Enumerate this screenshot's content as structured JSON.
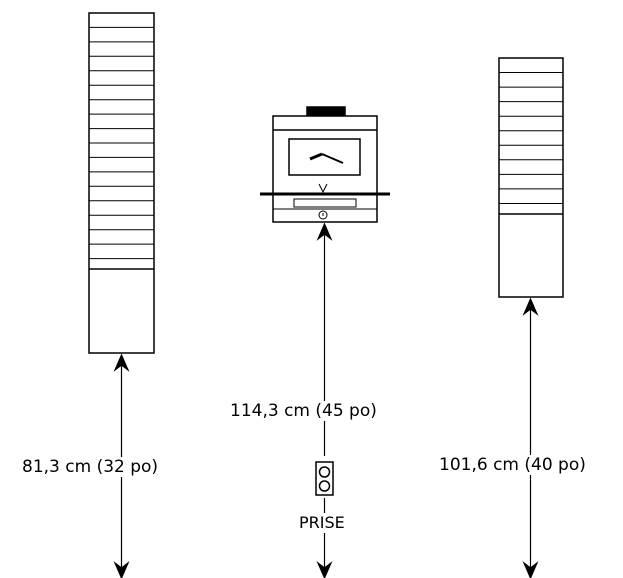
{
  "diagram": {
    "left_rack": {
      "measurement": "81,3 cm (32 po)",
      "card_slots": 18
    },
    "time_clock": {
      "measurement": "114,3 cm (45 po)"
    },
    "right_rack": {
      "measurement": "101,6 cm (40 po)",
      "card_slots": 11
    },
    "outlet": {
      "label": "PRISE"
    },
    "colors": {
      "line": "#000000",
      "background": "#ffffff"
    },
    "icons": [
      "clock-face-icon",
      "outlet-icon",
      "arrow-up-icon",
      "arrow-down-icon"
    ]
  }
}
